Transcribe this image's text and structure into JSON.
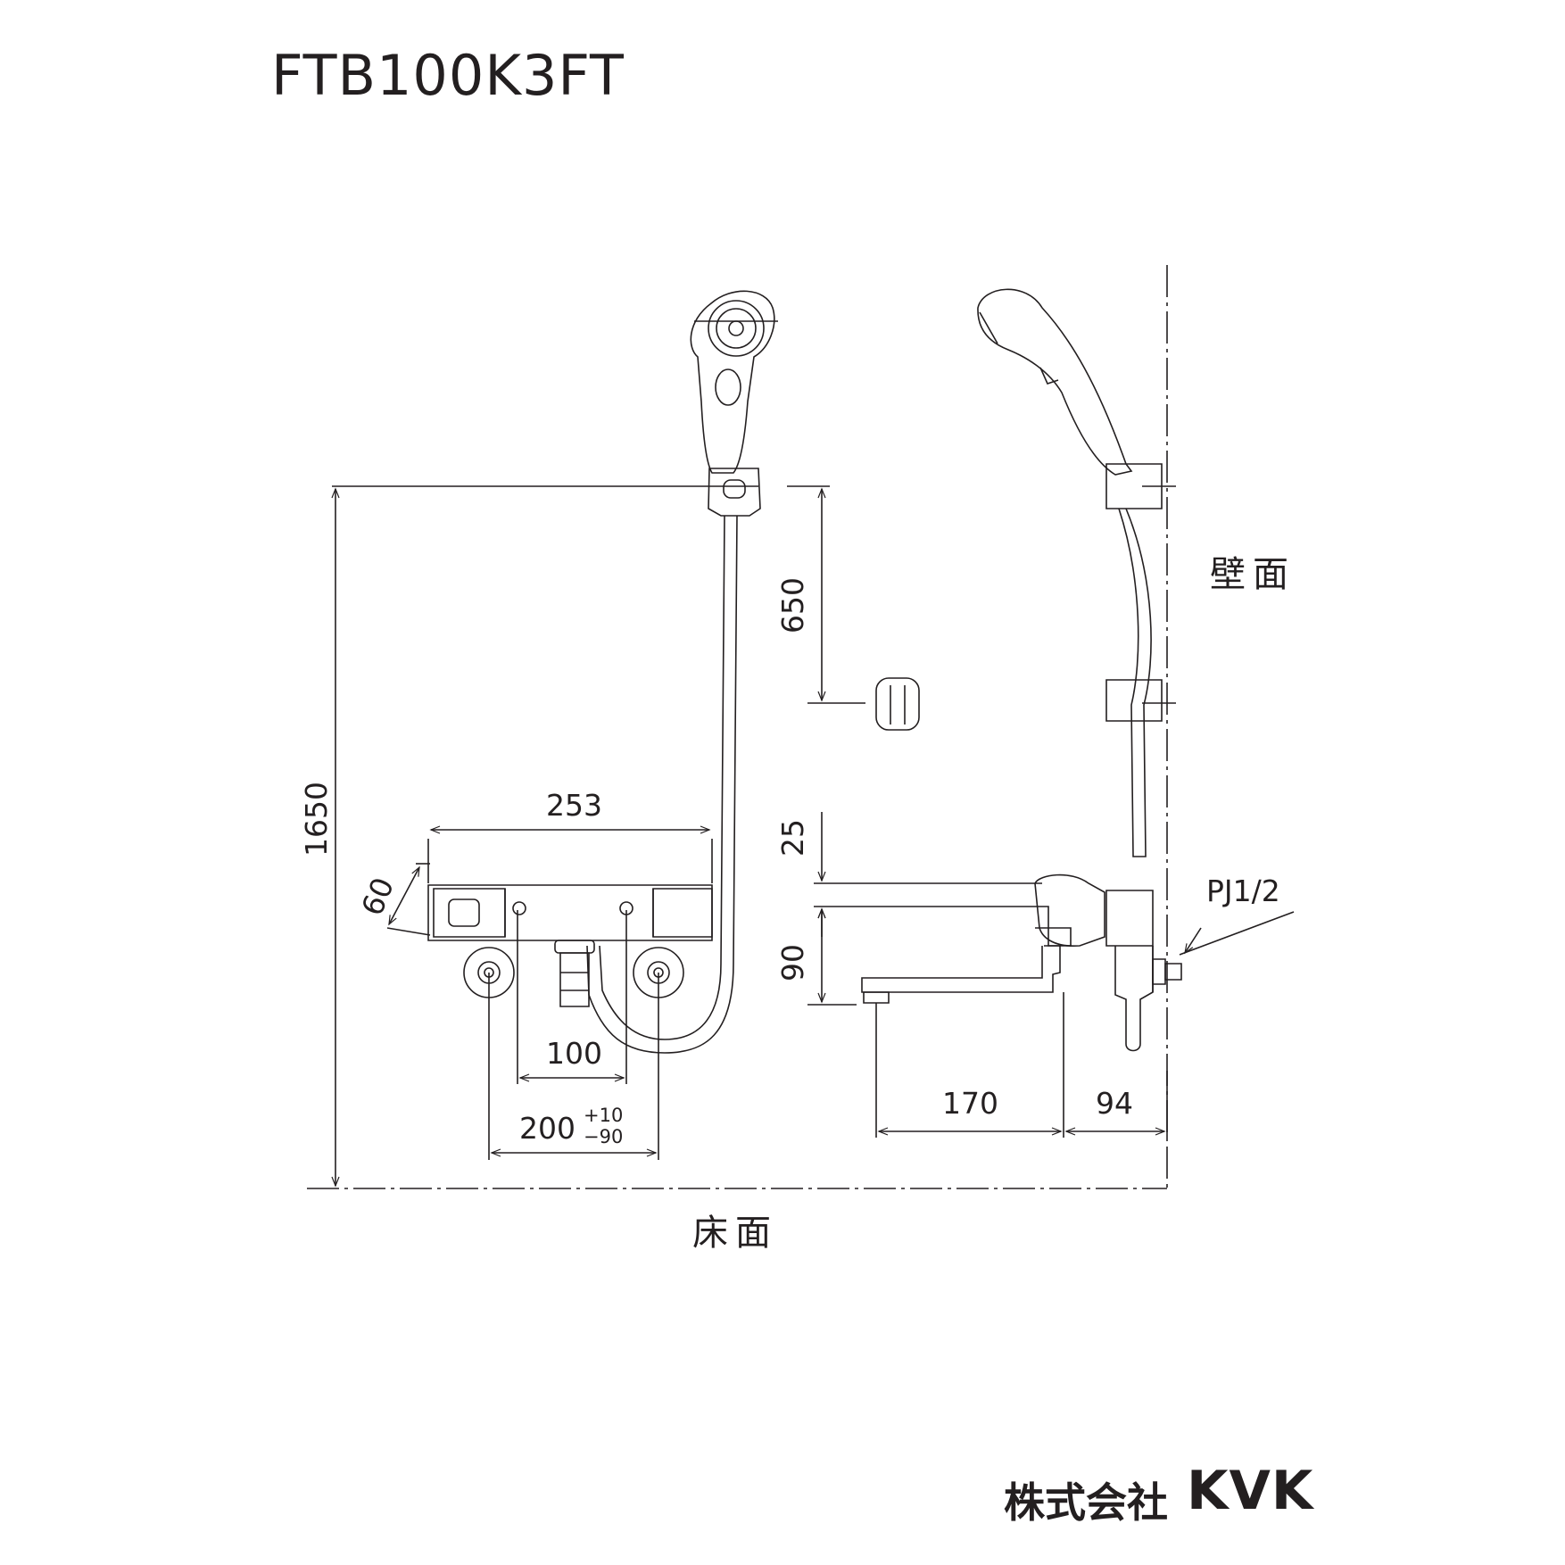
{
  "model_number": "FTB100K3FT",
  "labels": {
    "wall_surface": "壁面",
    "floor_surface": "床面",
    "pipe_thread": "PJ1/2"
  },
  "dimensions": {
    "total_height": "1650",
    "rail_height": "650",
    "body_width": "253",
    "body_depth": "60",
    "spout_offset": "25",
    "spout_drop": "90",
    "spout_length": "170",
    "body_projection": "94",
    "inner_pitch": "100",
    "connection_pitch": "200",
    "pitch_tolerance_plus": "+10",
    "pitch_tolerance_minus": "−90"
  },
  "footer": {
    "company": "株式会社",
    "brand": "KVK"
  }
}
